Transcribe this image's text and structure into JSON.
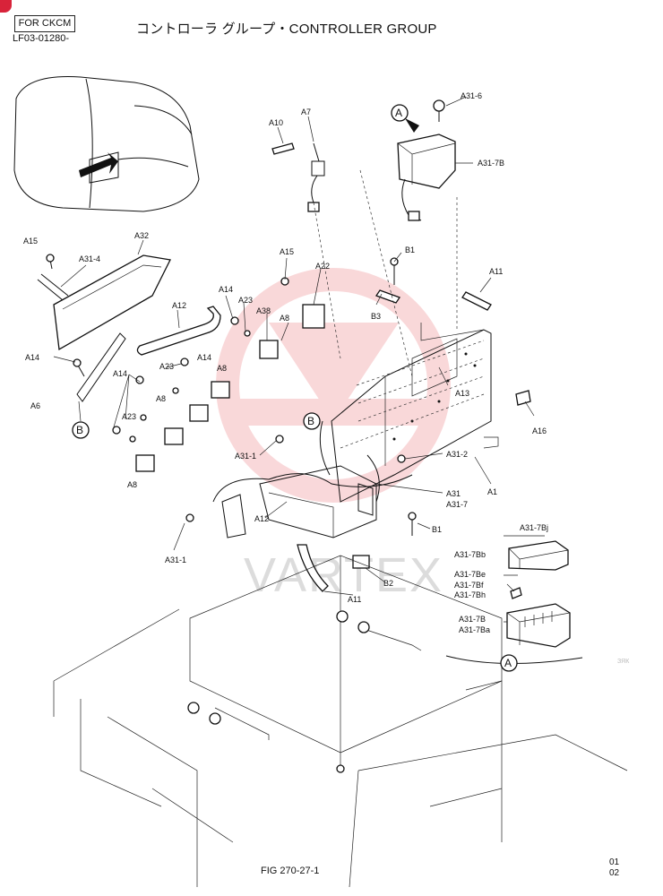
{
  "header": {
    "model_tag": "FOR CKCM",
    "doc_code": "LF03-01280-",
    "title": "コントローラ グループ・CONTROLLER GROUP"
  },
  "footer": {
    "figure": "FIG 270-27-1",
    "page_line1": "01",
    "page_line2": "02",
    "faint_mark": "ЗЯК"
  },
  "watermark": "VARTEX",
  "colors": {
    "watermark": "#f2a9ad",
    "accent_corner": "#d8233a"
  },
  "callouts": {
    "A": "A",
    "B": "B"
  },
  "parts": [
    "A31-6",
    "A31-7B",
    "A10",
    "A7",
    "A15",
    "A31-4",
    "A32",
    "A15",
    "A22",
    "B1",
    "A11",
    "A14",
    "A23",
    "A12",
    "A38",
    "A8",
    "B3",
    "A13",
    "A14",
    "A23",
    "A14",
    "A8",
    "A14",
    "A8",
    "A6",
    "A23",
    "A16",
    "A8",
    "A31-1",
    "A31-2",
    "A1",
    "A31",
    "A31-7",
    "A12",
    "B1",
    "A31-1",
    "B2",
    "A11",
    "A31-7Bj",
    "A31-7Bb",
    "A31-7Be",
    "A31-7Bf",
    "A31-7Bh",
    "A31-7B",
    "A31-7Ba"
  ]
}
